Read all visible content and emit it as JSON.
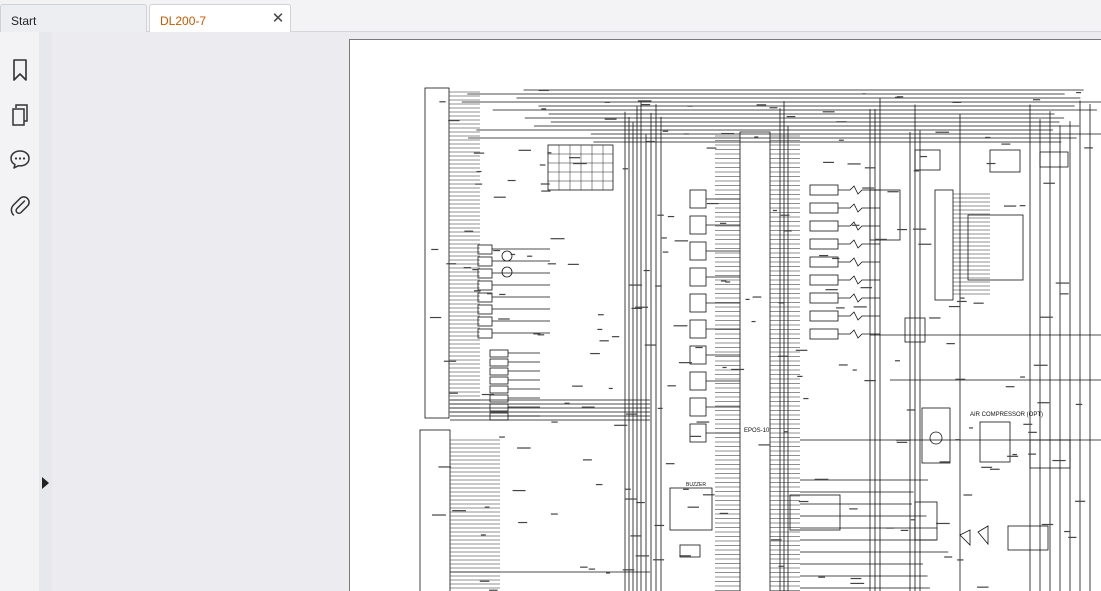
{
  "tabs": [
    {
      "label": "Start",
      "active": false
    },
    {
      "label": "DL200-7",
      "active": true,
      "close_glyph": "✕"
    }
  ],
  "sidebar": {
    "icons": [
      "bookmark-icon",
      "pages-icon",
      "comments-icon",
      "attachment-icon"
    ]
  },
  "document": {
    "labels": {
      "ecu": "EPOS-10",
      "aircomp": "AIR COMPRESSOR (OPT)",
      "buzzer": "BUZZER"
    }
  },
  "colors": {
    "active_tab_text": "#c45a00",
    "tabbar_bg": "#f3f3f6",
    "viewer_bg": "#ececf0"
  }
}
